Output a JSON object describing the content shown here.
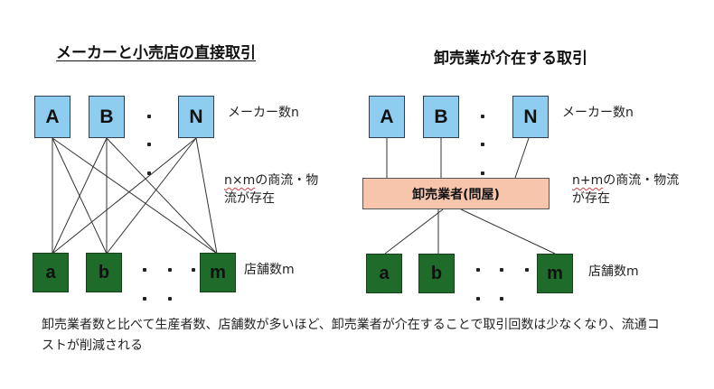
{
  "left": {
    "title": "メーカーと小売店の直接取引",
    "makers": [
      "A",
      "B",
      "N"
    ],
    "stores": [
      "a",
      "b",
      "m"
    ],
    "maker_count_label": "メーカー数n",
    "flow_label_part1": "n×m",
    "flow_label_part2": "の商流・物流が存在",
    "store_count_label": "店舗数m"
  },
  "right": {
    "title": "卸売業が介在する取引",
    "makers": [
      "A",
      "B",
      "N"
    ],
    "stores": [
      "a",
      "b",
      "m"
    ],
    "wholesaler": "卸売業者(問屋)",
    "maker_count_label": "メーカー数n",
    "flow_label_part1": "n+m",
    "flow_label_part2": "の商流・物流が存在",
    "store_count_label": "店舗数m"
  },
  "note": "卸売業者数と比べて生産者数、店舗数が多いほど、卸売業者が介在することで取引回数は少なくなり、流通コストが削減される",
  "colors": {
    "maker_fill": "#8ecdf0",
    "store_fill": "#1e6b2a",
    "wholesaler_fill": "#f7c5ac",
    "line": "#333333"
  }
}
